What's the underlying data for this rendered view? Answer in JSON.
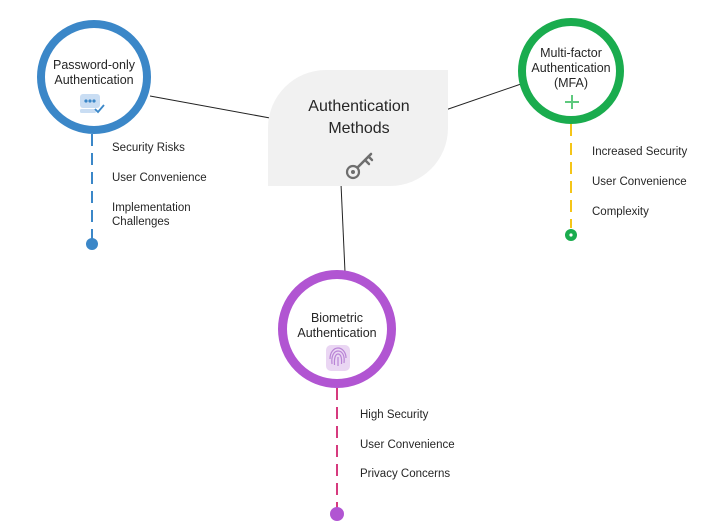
{
  "center": {
    "title": "Authentication Methods",
    "icon": "key-icon"
  },
  "branches": [
    {
      "id": "password",
      "title": "Password-only Authentication",
      "color": "#3b87c8",
      "icon": "password-icon",
      "items": [
        "Security Risks",
        "User Convenience",
        "Implementation Challenges"
      ]
    },
    {
      "id": "mfa",
      "title": "Multi-factor Authentication (MFA)",
      "color": "#1aac4e",
      "item_line_color": "#f5c518",
      "icon": "plus-icon",
      "items": [
        "Increased Security",
        "User Convenience",
        "Complexity"
      ]
    },
    {
      "id": "bio",
      "title": "Biometric Authentication",
      "color": "#b155d2",
      "item_line_color": "#d63a7e",
      "icon": "fingerprint-icon",
      "items": [
        "High Security",
        "User Convenience",
        "Privacy Concerns"
      ]
    }
  ]
}
